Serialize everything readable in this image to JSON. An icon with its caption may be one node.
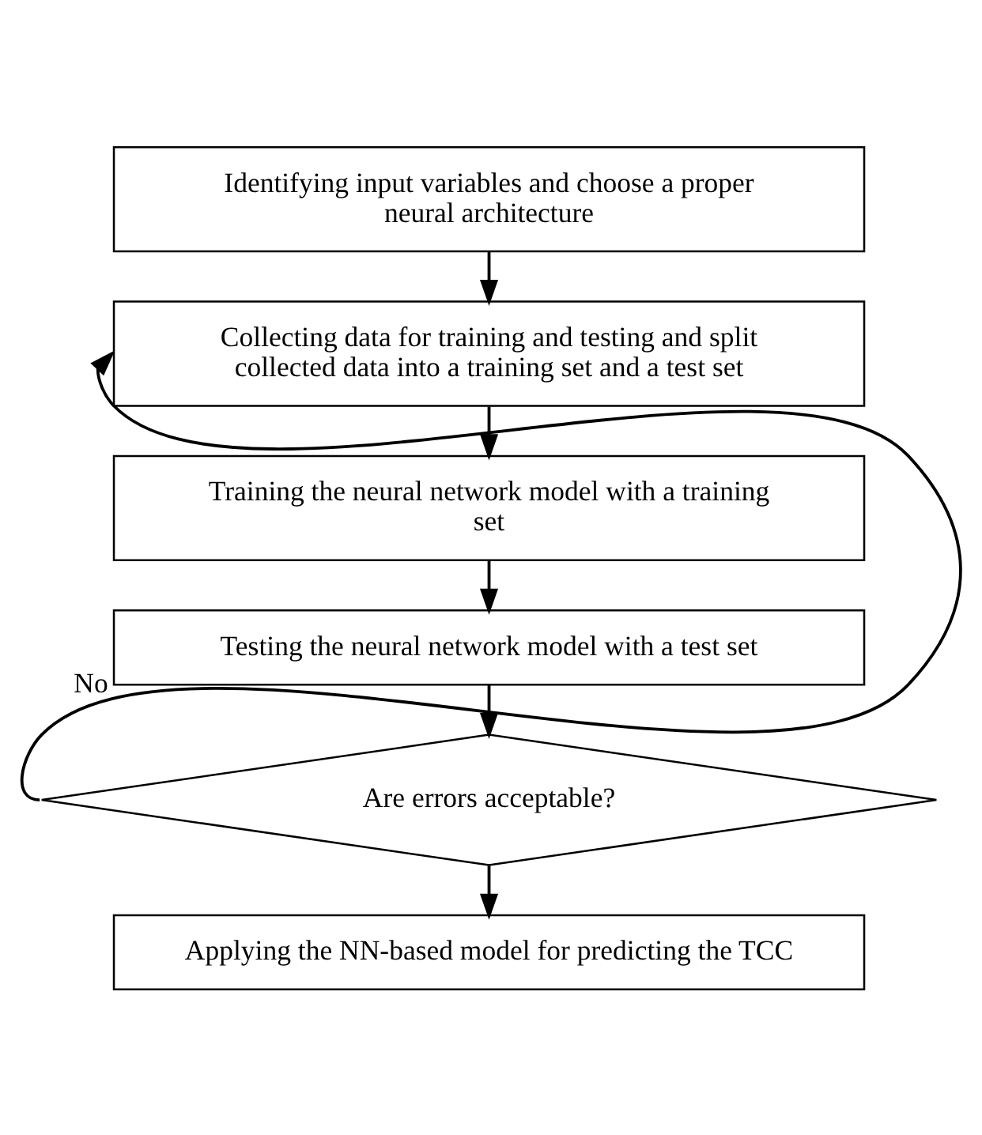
{
  "diagram": {
    "nodes": [
      {
        "text": [
          "Identifying input variables and choose a proper neural architecture"
        ]
      },
      {
        "text": [
          "Collecting data for training and testing and split collected data into a training set and a test set"
        ]
      },
      {
        "text": [
          "Training the neural network model with a training set"
        ]
      },
      {
        "text": [
          "Testing the neural network model with a test set"
        ]
      },
      {
        "text": [
          "Are errors acceptable?"
        ]
      },
      {
        "text": [
          "Applying the NN-based model for predicting the TCC"
        ]
      }
    ],
    "edges": [
      {
        "from": 0,
        "to": 1,
        "arrow": "to"
      },
      {
        "from": 1,
        "to": 2,
        "arrow": "to"
      },
      {
        "from": 2,
        "to": 3,
        "arrow": "to"
      },
      {
        "from": 3,
        "to": 4,
        "arrow": "to"
      },
      {
        "from": 4,
        "to": 1,
        "arrow": "to",
        "label": "No"
      },
      {
        "from": 4,
        "to": 5,
        "arrow": "to"
      }
    ]
  }
}
